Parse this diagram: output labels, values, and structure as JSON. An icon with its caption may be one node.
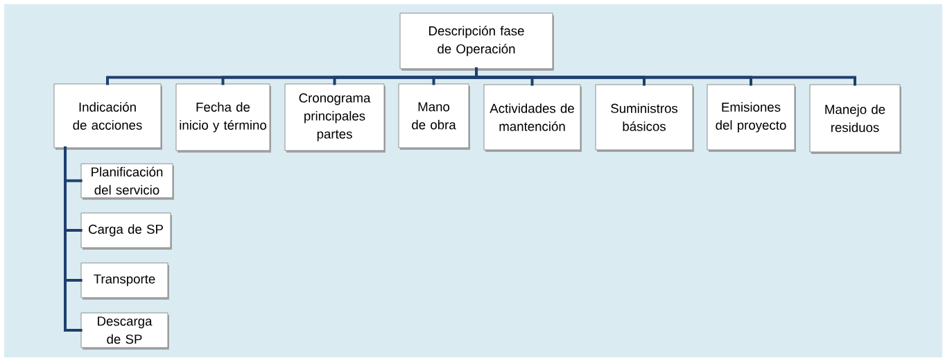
{
  "diagram": {
    "nodes": [
      {
        "text": [
          "Descripción fase de Operación"
        ]
      },
      {
        "text": [
          "Indicación de acciones"
        ]
      },
      {
        "text": [
          "Fecha de inicio y término"
        ]
      },
      {
        "text": [
          "Cronograma principales partes"
        ]
      },
      {
        "text": [
          "Mano de obra"
        ]
      },
      {
        "text": [
          "Actividades de mantención"
        ]
      },
      {
        "text": [
          "Suministros básicos"
        ]
      },
      {
        "text": [
          "Emisiones del proyecto"
        ]
      },
      {
        "text": [
          "Manejo de residuos"
        ]
      },
      {
        "text": [
          "Planificación del servicio"
        ]
      },
      {
        "text": [
          "Carga de SP"
        ]
      },
      {
        "text": [
          "Transporte"
        ]
      },
      {
        "text": [
          "Descarga de SP"
        ]
      }
    ],
    "edges": [
      {
        "from": 0,
        "to": 1,
        "arrow": "none"
      },
      {
        "from": 0,
        "to": 2,
        "arrow": "none"
      },
      {
        "from": 0,
        "to": 3,
        "arrow": "none"
      },
      {
        "from": 0,
        "to": 4,
        "arrow": "none"
      },
      {
        "from": 0,
        "to": 5,
        "arrow": "none"
      },
      {
        "from": 0,
        "to": 6,
        "arrow": "none"
      },
      {
        "from": 0,
        "to": 7,
        "arrow": "none"
      },
      {
        "from": 0,
        "to": 8,
        "arrow": "none"
      },
      {
        "from": 1,
        "to": 9,
        "arrow": "none"
      },
      {
        "from": 1,
        "to": 10,
        "arrow": "none"
      },
      {
        "from": 1,
        "to": 11,
        "arrow": "none"
      },
      {
        "from": 1,
        "to": 12,
        "arrow": "none"
      }
    ]
  }
}
